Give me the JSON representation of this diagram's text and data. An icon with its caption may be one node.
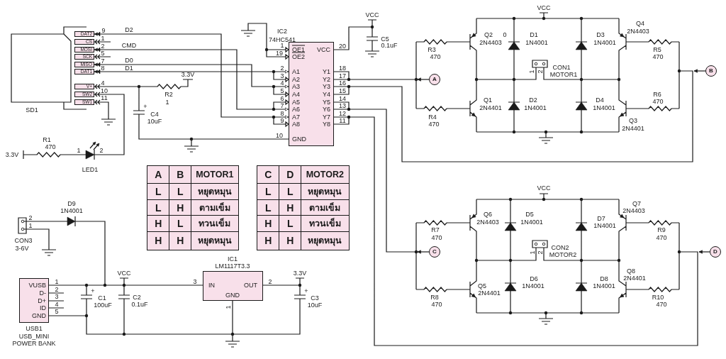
{
  "diagram": {
    "nodes": [
      {
        "text": [
          "SD1"
        ]
      },
      {
        "text": [
          "DAT2"
        ]
      },
      {
        "text": [
          "CS"
        ]
      },
      {
        "text": [
          "MOSI"
        ]
      },
      {
        "text": [
          "SCK"
        ]
      },
      {
        "text": [
          "MISO"
        ]
      },
      {
        "text": [
          "DAT1"
        ]
      },
      {
        "text": [
          "V+"
        ]
      },
      {
        "text": [
          "SW2"
        ]
      },
      {
        "text": [
          "SW1"
        ]
      },
      {
        "text": [
          "IC2",
          "74HC541",
          "OE1",
          "OE2",
          "VCC",
          "A1",
          "A2",
          "A3",
          "A4",
          "A5",
          "A6",
          "A7",
          "A8",
          "Y1",
          "Y2",
          "Y3",
          "Y4",
          "Y5",
          "Y6",
          "Y7",
          "Y8",
          "GND"
        ]
      },
      {
        "text": [
          "A"
        ]
      },
      {
        "text": [
          "B"
        ]
      },
      {
        "text": [
          "C"
        ]
      },
      {
        "text": [
          "D"
        ]
      },
      {
        "text": [
          "IC1",
          "LM1117T3.3",
          "IN",
          "OUT",
          "GND"
        ]
      },
      {
        "text": [
          "VUSB",
          "D-",
          "D+",
          "ID",
          "GND",
          "USB1",
          "USB_MINI",
          "POWER BANK"
        ]
      }
    ],
    "edges": [
      {
        "from": 1,
        "to": 10,
        "arrow": "both",
        "label": "D2"
      },
      {
        "from": 3,
        "to": 10,
        "arrow": "both",
        "label": "CMD"
      },
      {
        "from": 5,
        "to": 10,
        "arrow": "both",
        "label": "D0"
      },
      {
        "from": 6,
        "to": 10,
        "arrow": "both",
        "label": "D1"
      },
      {
        "from": 11,
        "to": null,
        "arrow": "to"
      },
      {
        "from": 12,
        "to": null,
        "arrow": "to"
      },
      {
        "from": 13,
        "to": null,
        "arrow": "to"
      },
      {
        "from": 14,
        "to": null,
        "arrow": "to"
      },
      {
        "from": 16,
        "to": 15,
        "arrow": "none"
      }
    ],
    "labels": [
      "9",
      "1",
      "2",
      "5",
      "7",
      "8",
      "4",
      "10",
      "11",
      "3.3V",
      "R2",
      "1",
      "+",
      "C4",
      "10uF",
      "R1",
      "470",
      "3.3V",
      "1",
      "2",
      "LED1",
      "1",
      "19",
      "2",
      "3",
      "4",
      "5",
      "6",
      "7",
      "8",
      "9",
      "10",
      "20",
      "18",
      "17",
      "16",
      "15",
      "14",
      "13",
      "12",
      "11",
      "VCC",
      "C5",
      "0.1uF",
      "VCC",
      "Q2",
      "2N4403",
      "0",
      "D1",
      "1N4001",
      "D3",
      "1N4001",
      "Q4",
      "2N4403",
      "R3",
      "470",
      "R5",
      "470",
      "1",
      "2",
      "CON1",
      "MOTOR1",
      "Q1",
      "2N4401",
      "D2",
      "1N4001",
      "D4",
      "1N4001",
      "R6",
      "470",
      "R4",
      "470",
      "Q3",
      "2N4401",
      "VCC",
      "Q6",
      "2N4403",
      "D5",
      "1N4001",
      "D7",
      "1N4001",
      "Q7",
      "2N4403",
      "R7",
      "470",
      "R9",
      "470",
      "1",
      "2",
      "CON2",
      "MOTOR2",
      "Q5",
      "2N4401",
      "D6",
      "1N4001",
      "D8",
      "1N4001",
      "Q8",
      "2N4401",
      "R8",
      "470",
      "R10",
      "470",
      "D9",
      "1N4001",
      "2",
      "1",
      "CON3",
      "3-6V",
      "1",
      "2",
      "3",
      "4",
      "5",
      "+",
      "C1",
      "100uF",
      "VCC",
      "C2",
      "0.1uF",
      "3",
      "2",
      "1",
      "3.3V",
      "+",
      "C3",
      "10uF",
      "A",
      "B",
      "MOTOR1",
      "L",
      "L",
      "หยุดหมุน",
      "L",
      "H",
      "ตามเข็ม",
      "H",
      "L",
      "ทวนเข็ม",
      "H",
      "H",
      "หยุดหมุน",
      "C",
      "D",
      "MOTOR2",
      "L",
      "L",
      "หยุดหมุน",
      "L",
      "H",
      "ตามเข็ม",
      "H",
      "L",
      "ทวนเข็ม",
      "H",
      "H",
      "หยุดหมุน"
    ]
  }
}
